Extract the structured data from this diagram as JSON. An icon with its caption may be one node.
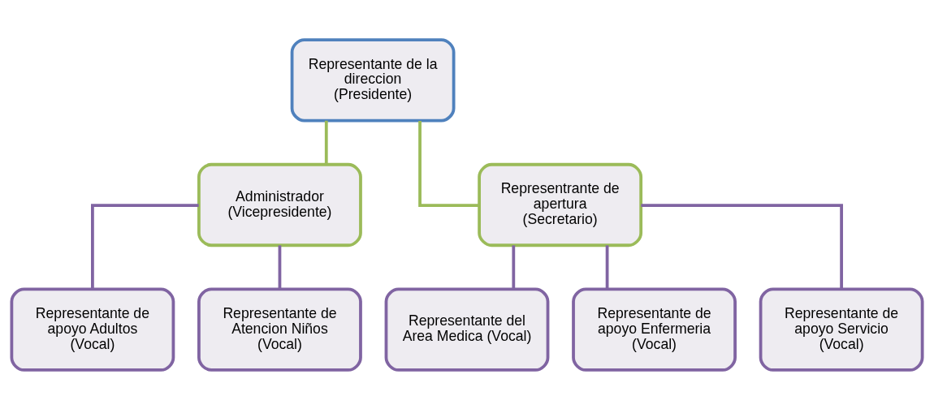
{
  "diagram": {
    "nodes": [
      {
        "text": [
          "Representante de la direccion (Presidente)"
        ]
      },
      {
        "text": [
          "Administrador (Vicepresidente)"
        ]
      },
      {
        "text": [
          "Representrante de apertura (Secretario)"
        ]
      },
      {
        "text": [
          "Representante de apoyo Adultos (Vocal)"
        ]
      },
      {
        "text": [
          "Representante de Atencion Niños (Vocal)"
        ]
      },
      {
        "text": [
          "Representante del Area Medica (Vocal)"
        ]
      },
      {
        "text": [
          "Representante de apoyo Enfermeria (Vocal)"
        ]
      },
      {
        "text": [
          "Representante de apoyo Servicio (Vocal)"
        ]
      }
    ],
    "edges": [
      {
        "from": 0,
        "to": 1,
        "arrow": "none",
        "color": "#9bbb59"
      },
      {
        "from": 0,
        "to": 2,
        "arrow": "none",
        "color": "#9bbb59"
      },
      {
        "from": 1,
        "to": 3,
        "arrow": "none"
      },
      {
        "from": 1,
        "to": 4,
        "arrow": "none"
      },
      {
        "from": 2,
        "to": 5,
        "arrow": "none"
      },
      {
        "from": 2,
        "to": 6,
        "arrow": "none"
      },
      {
        "from": 2,
        "to": 7,
        "arrow": "none"
      }
    ]
  }
}
